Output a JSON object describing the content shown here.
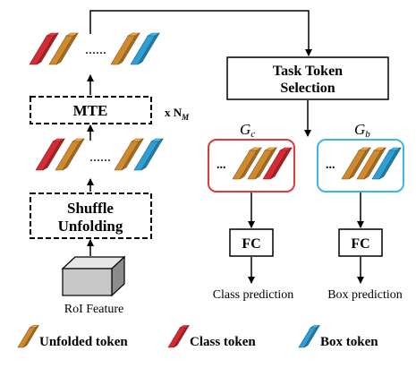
{
  "left_column": {
    "mte_label": "MTE",
    "repeat_label": "x N",
    "repeat_subscript": "M",
    "shuffle_line1": "Shuffle",
    "shuffle_line2": "Unfolding",
    "roi_label": "RoI Feature",
    "dots": "......"
  },
  "task_selection": {
    "line1": "Task Token",
    "line2": "Selection"
  },
  "class_branch": {
    "group_main": "G",
    "group_sub": "c",
    "dots": "...",
    "fc_label": "FC",
    "prediction_label": "Class prediction",
    "border_color": "#e0393e"
  },
  "box_branch": {
    "group_main": "G",
    "group_sub": "b",
    "dots": "...",
    "fc_label": "FC",
    "prediction_label": "Box prediction",
    "border_color": "#3fb6dc"
  },
  "legend": {
    "unfolded": "Unfolded token",
    "class": "Class token",
    "box": "Box token"
  },
  "colors": {
    "unfolded": "#d08a2e",
    "class": "#d62b35",
    "box": "#2e9fd4"
  }
}
